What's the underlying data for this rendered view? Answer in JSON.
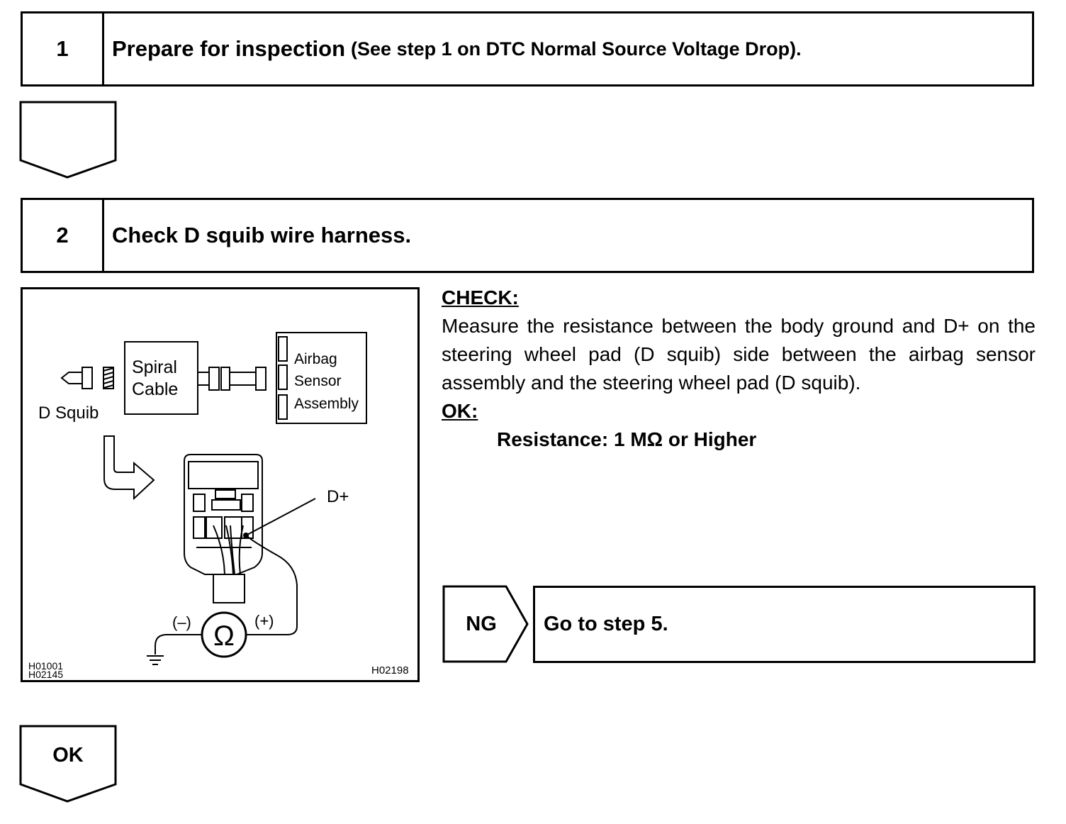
{
  "step1": {
    "number": "1",
    "title": "Prepare for inspection",
    "note": "(See step 1 on DTC Normal Source Voltage Drop)."
  },
  "step2": {
    "number": "2",
    "title": "Check D squib wire harness."
  },
  "check": {
    "heading": "CHECK:",
    "text": "Measure the resistance between the body ground and D+ on the steering wheel pad (D squib) side between the airbag sensor assembly and the steering wheel pad (D squib).",
    "ok_heading": "OK:",
    "spec": "Resistance: 1 MΩ or Higher"
  },
  "diagram": {
    "spiral_cable_line1": "Spiral",
    "spiral_cable_line2": "Cable",
    "sensor_line1": "Airbag",
    "sensor_line2": "Sensor",
    "sensor_line3": "Assembly",
    "d_squib": "D Squib",
    "d_plus": "D+",
    "minus": "(–)",
    "plus": "(+)",
    "ohm": "Ω",
    "code_left_1": "H01001",
    "code_left_2": "H02145",
    "code_right": "H02198"
  },
  "ng": {
    "label": "NG",
    "action": "Go to step 5."
  },
  "ok": {
    "label": "OK"
  }
}
